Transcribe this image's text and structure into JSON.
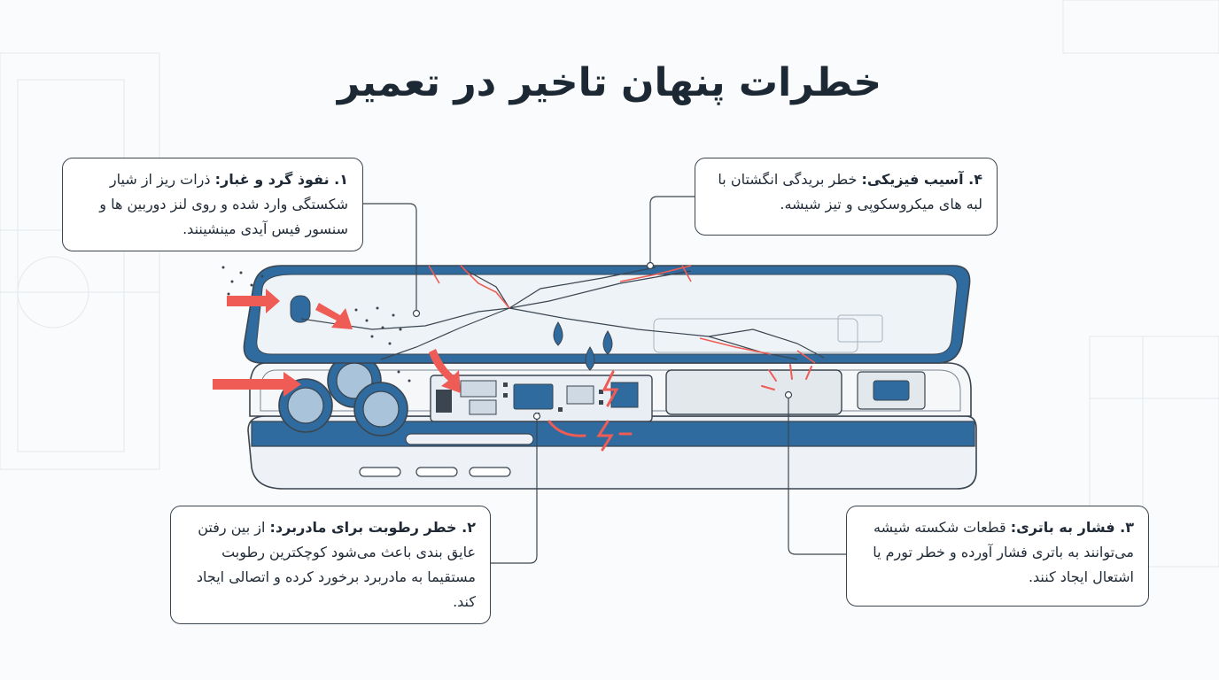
{
  "title": "خطرات پنهان تاخیر در تعمیر",
  "colors": {
    "accent_blue": "#2f6b9e",
    "warning_red": "#ef5b55",
    "outline": "#3a4550",
    "background": "#fafbfc"
  },
  "callouts": {
    "dust": {
      "heading": "۱. نفوذ گرد و غبار:",
      "body": " ذرات ریز از شیار شکستگی وارد شده و روی لنز دوربین ها و سنسور فیس آیدی مینشینند."
    },
    "physical": {
      "heading": "۴. آسیب فیزیکی:",
      "body": " خطر بریدگی انگشتان با لبه های میکروسکوپی و تیز شیشه."
    },
    "moisture": {
      "heading": "۲. خطر رطوبت برای مادربرد:",
      "body": " از بین رفتن عایق بندی باعث می‌شود کوچکترین رطوبت مستقیما به مادربرد برخورد کرده و اتصالی ایجاد کند."
    },
    "battery": {
      "heading": "۳. فشار به باتری:",
      "body": " قطعات شکسته شیشه می‌توانند به باتری فشار آورده و خطر تورم یا اشتعال ایجاد کنند."
    }
  },
  "icons": [
    "dust-particles-icon",
    "water-drop-icon",
    "lightning-icon",
    "crack-icon",
    "arrow-icon"
  ]
}
